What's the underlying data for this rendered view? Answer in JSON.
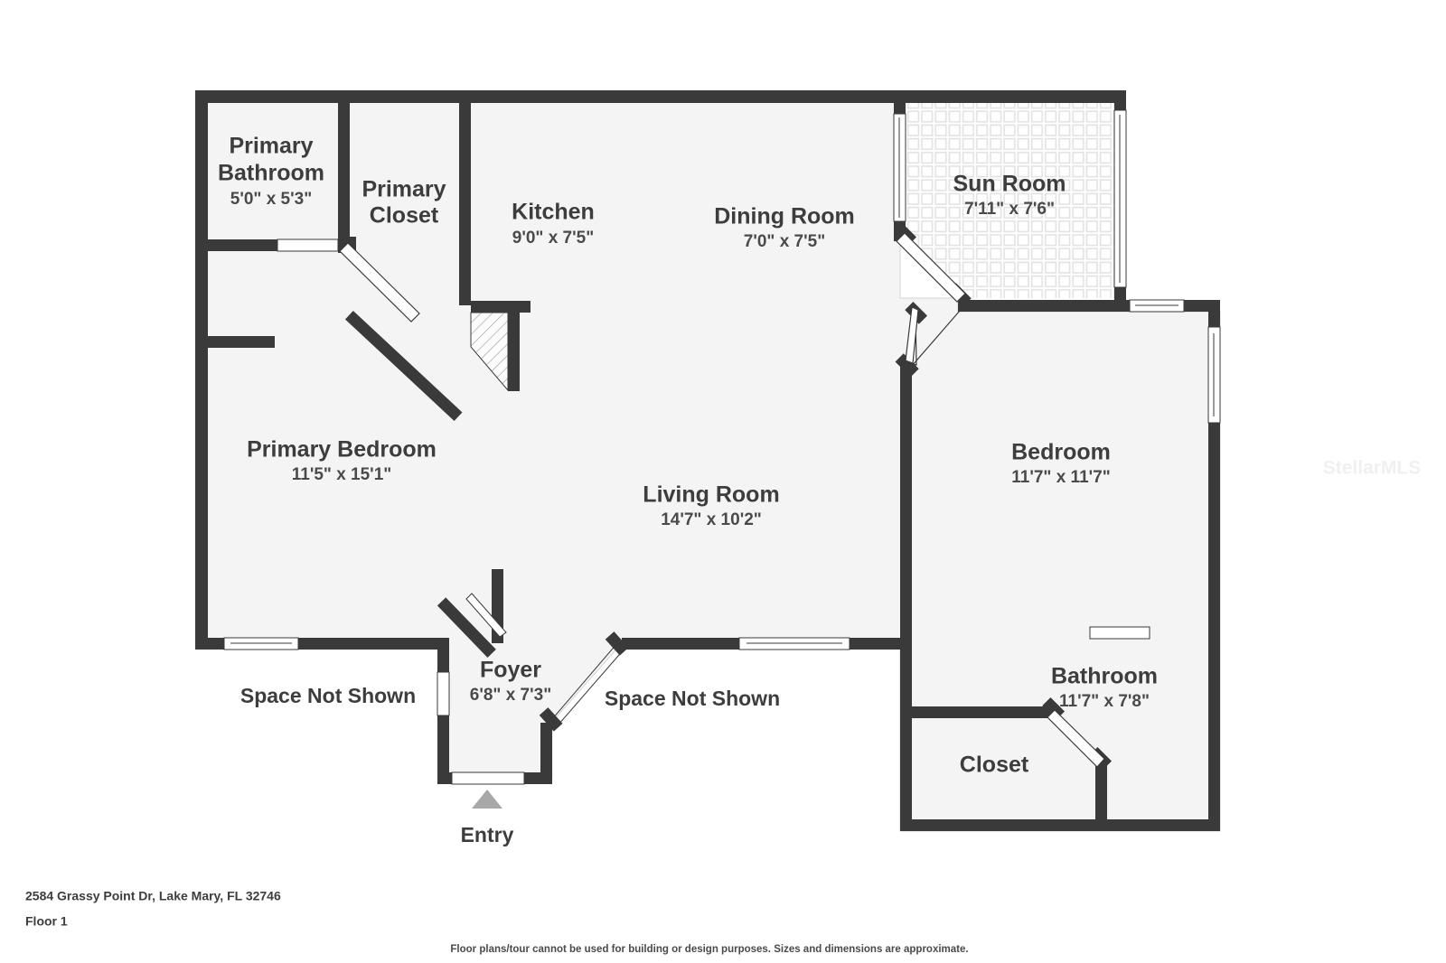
{
  "document": {
    "type": "floor-plan",
    "address": "2584 Grassy Point Dr, Lake Mary, FL 32746",
    "floor_label": "Floor 1",
    "disclaimer": "Floor plans/tour cannot be used for building or design purposes. Sizes and dimensions are approximate.",
    "watermark": "StellarMLS"
  },
  "colors": {
    "wall": "#3a3a3a",
    "floor_fill": "#f4f4f4",
    "outline": "#cccccc",
    "text": "#3d3d3d",
    "text_dim": "#4a4a4a",
    "window_fill": "#ffffff",
    "entry_arrow": "#a8a8a8",
    "sunroom_tile": "#e2e2e2",
    "watermark": "#f0f0f0",
    "page_background": "#ffffff"
  },
  "rooms": [
    {
      "id": "primary-bathroom",
      "name": "Primary Bathroom",
      "dimensions": "5'0\" x 5'3\""
    },
    {
      "id": "primary-closet",
      "name": "Primary Closet",
      "dimensions": ""
    },
    {
      "id": "kitchen",
      "name": "Kitchen",
      "dimensions": "9'0\" x 7'5\""
    },
    {
      "id": "dining-room",
      "name": "Dining Room",
      "dimensions": "7'0\" x 7'5\""
    },
    {
      "id": "sun-room",
      "name": "Sun Room",
      "dimensions": "7'11\" x 7'6\""
    },
    {
      "id": "primary-bedroom",
      "name": "Primary Bedroom",
      "dimensions": "11'5\" x 15'1\""
    },
    {
      "id": "living-room",
      "name": "Living Room",
      "dimensions": "14'7\" x 10'2\""
    },
    {
      "id": "bedroom",
      "name": "Bedroom",
      "dimensions": "11'7\" x 11'7\""
    },
    {
      "id": "bathroom",
      "name": "Bathroom",
      "dimensions": "11'7\" x 7'8\""
    },
    {
      "id": "closet",
      "name": "Closet",
      "dimensions": ""
    },
    {
      "id": "foyer",
      "name": "Foyer",
      "dimensions": "6'8\" x 7'3\""
    }
  ],
  "annotations": [
    {
      "id": "space-not-shown-left",
      "label": "Space Not Shown"
    },
    {
      "id": "space-not-shown-right",
      "label": "Space Not Shown"
    },
    {
      "id": "entry",
      "label": "Entry"
    }
  ]
}
